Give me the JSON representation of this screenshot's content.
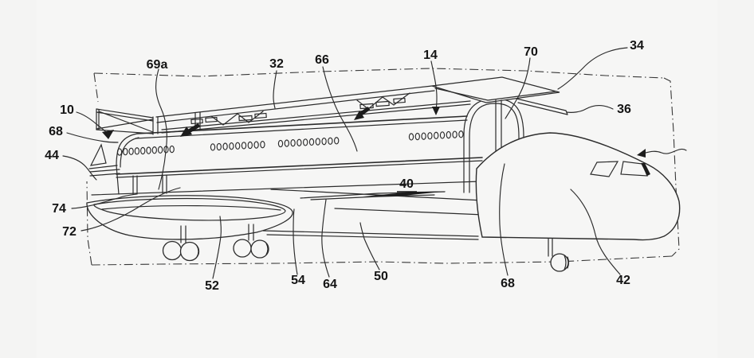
{
  "figure": {
    "description": "Patent-style perspective line drawing of an aircraft forward fuselage section with a removable roof panel lifted above the cabin, showing linkage mechanisms, cockpit nose, wing and landing gear, surrounded by a dash-dot phantom boundary",
    "colors": {
      "background": "#f4f4f3",
      "paper": "#f6f6f5",
      "line": "#2b2b2b",
      "label_text": "#141414"
    },
    "labels": {
      "l69a": "69a",
      "l32": "32",
      "l66": "66",
      "l14": "14",
      "l70": "70",
      "l34": "34",
      "l36": "36",
      "l10": "10",
      "l68_left": "68",
      "l44": "44",
      "l74": "74",
      "l72": "72",
      "l52": "52",
      "l54": "54",
      "l64": "64",
      "l50": "50",
      "l68_right": "68",
      "l42": "42",
      "l40": "40"
    }
  }
}
